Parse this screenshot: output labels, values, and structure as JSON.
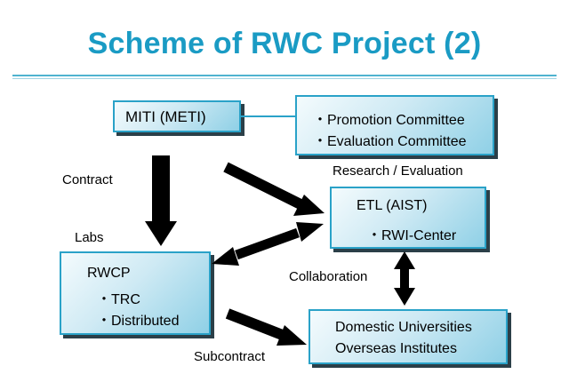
{
  "title": "Scheme of RWC Project (2)",
  "boxes": {
    "miti": {
      "text": "MITI (METI)"
    },
    "committees": {
      "items": [
        "・Promotion Committee",
        "・Evaluation Committee"
      ]
    },
    "etl": {
      "line1": "ETL (AIST)",
      "line2": "・RWI-Center"
    },
    "rwcp": {
      "line1": "RWCP",
      "line2": "・TRC",
      "line3": "・Distributed"
    },
    "universities": {
      "line1": "Domestic Universities",
      "line2": "Overseas Institutes"
    }
  },
  "labels": {
    "contract": "Contract",
    "labs": "Labs",
    "research_evaluation": "Research / Evaluation",
    "collaboration": "Collaboration",
    "subcontract": "Subcontract"
  },
  "colors": {
    "title": "#1a9bc4",
    "box_border": "#2aa2c8",
    "box_fill": "#cfeaf4",
    "arrow": "#000000"
  }
}
